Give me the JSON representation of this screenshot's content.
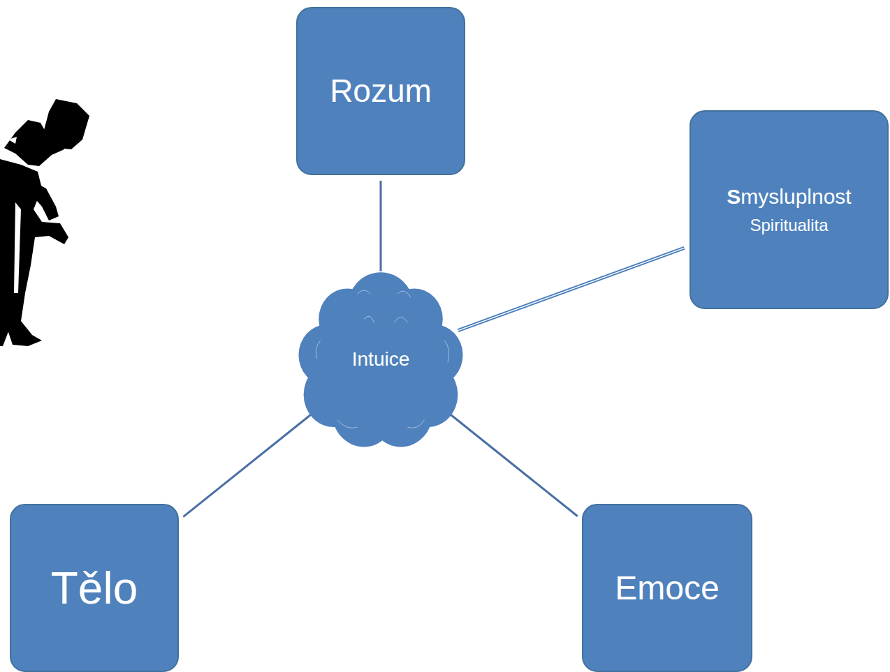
{
  "diagram": {
    "nodes": [
      {
        "text": [
          "Rozum"
        ]
      },
      {
        "text": [
          "Smysluplnost",
          "Spiritualita"
        ]
      },
      {
        "text": [
          "Intuice"
        ]
      },
      {
        "text": [
          "Tělo"
        ]
      },
      {
        "text": [
          "Emoce"
        ]
      }
    ],
    "edges": [
      {
        "from": 2,
        "to": 0,
        "arrow": "none"
      },
      {
        "from": 2,
        "to": 1,
        "arrow": "none"
      },
      {
        "from": 2,
        "to": 3,
        "arrow": "none"
      },
      {
        "from": 2,
        "to": 4,
        "arrow": "none"
      }
    ]
  }
}
